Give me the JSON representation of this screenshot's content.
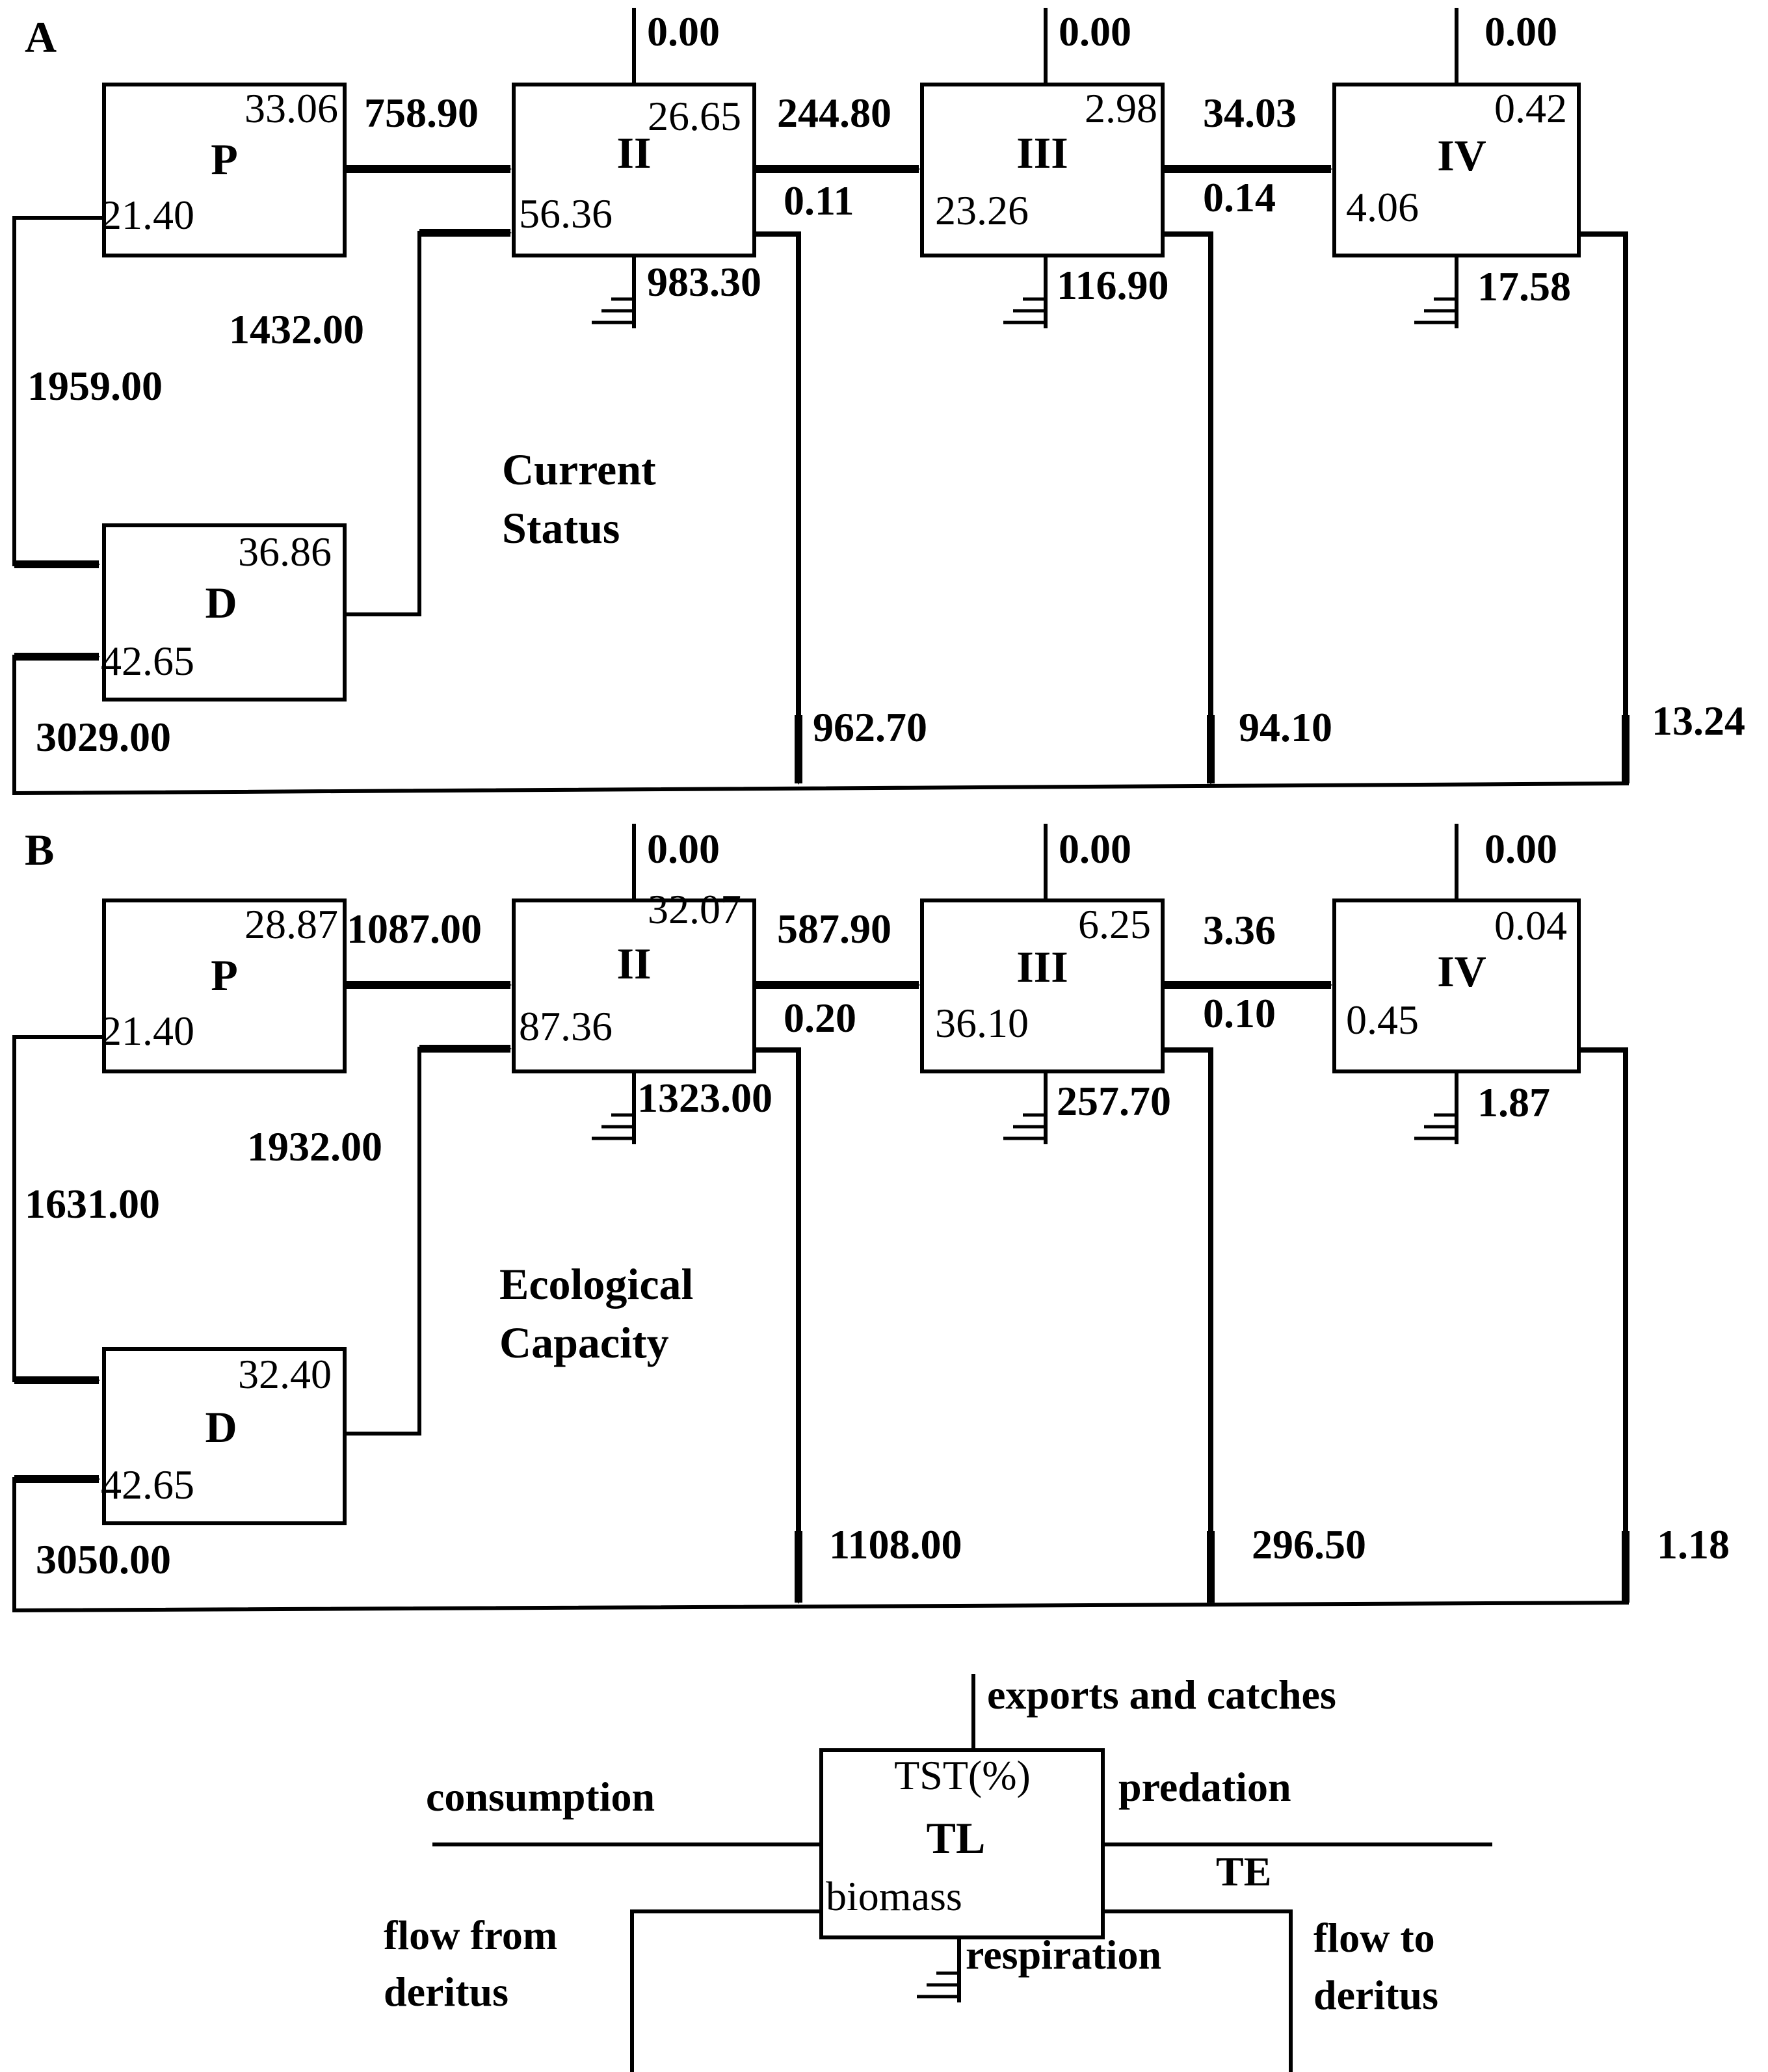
{
  "panels": [
    {
      "letter": "A",
      "title_line1": "Current",
      "title_line2": "Status",
      "P": {
        "label": "P",
        "tst": "33.06",
        "biomass": "21.40"
      },
      "D": {
        "label": "D",
        "tst": "36.86",
        "biomass": "42.65"
      },
      "II": {
        "label": "II",
        "tst": "26.65",
        "biomass": "56.36",
        "export": "0.00",
        "respiration": "983.30",
        "to_detritus": "962.70"
      },
      "III": {
        "label": "III",
        "tst": "2.98",
        "biomass": "23.26",
        "export": "0.00",
        "respiration": "116.90",
        "to_detritus": "94.10"
      },
      "IV": {
        "label": "IV",
        "tst": "0.42",
        "biomass": "4.06",
        "export": "0.00",
        "respiration": "17.58",
        "to_detritus": "13.24"
      },
      "flows": {
        "p_to_ii": "758.90",
        "d_to_ii": "1432.00",
        "p_to_d": "1959.00",
        "to_d_return": "3029.00",
        "ii_to_iii": "244.80",
        "iii_to_iv": "34.03"
      },
      "te": {
        "ii_iii": "0.11",
        "iii_iv": "0.14"
      }
    },
    {
      "letter": "B",
      "title_line1": "Ecological",
      "title_line2": "Capacity",
      "P": {
        "label": "P",
        "tst": "28.87",
        "biomass": "21.40"
      },
      "D": {
        "label": "D",
        "tst": "32.40",
        "biomass": "42.65"
      },
      "II": {
        "label": "II",
        "tst": "32.07",
        "biomass": "87.36",
        "export": "0.00",
        "respiration": "1323.00",
        "to_detritus": "1108.00"
      },
      "III": {
        "label": "III",
        "tst": "6.25",
        "biomass": "36.10",
        "export": "0.00",
        "respiration": "257.70",
        "to_detritus": "296.50"
      },
      "IV": {
        "label": "IV",
        "tst": "0.04",
        "biomass": "0.45",
        "export": "0.00",
        "respiration": "1.87",
        "to_detritus": "1.18"
      },
      "flows": {
        "p_to_ii": "1087.00",
        "d_to_ii": "1932.00",
        "p_to_d": "1631.00",
        "to_d_return": "3050.00",
        "ii_to_iii": "587.90",
        "iii_to_iv": "3.36"
      },
      "te": {
        "ii_iii": "0.20",
        "iii_iv": "0.10"
      }
    }
  ],
  "legend": {
    "exports": "exports and catches",
    "consumption": "consumption",
    "predation": "predation",
    "tst": "TST(%)",
    "tl": "TL",
    "biomass": "biomass",
    "te": "TE",
    "flow_from_1": "flow from",
    "flow_from_2": "deritus",
    "respiration": "respiration",
    "flow_to_1": "flow to",
    "flow_to_2": "deritus"
  }
}
